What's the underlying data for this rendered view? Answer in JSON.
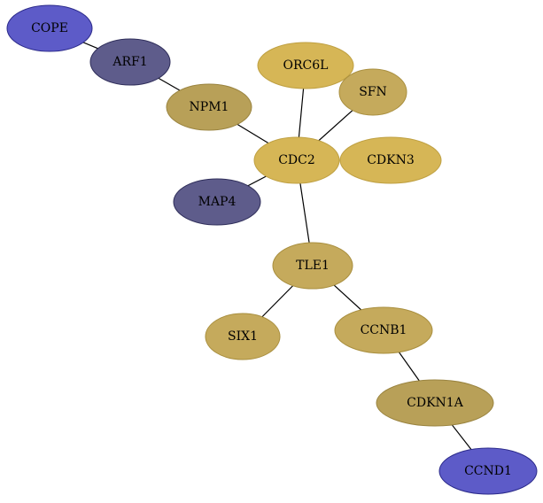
{
  "colors": {
    "blue": "#5d5bc8",
    "blue_stroke": "#2b2a8a",
    "slate": "#5e5c8b",
    "slate_stroke": "#2f2e5a",
    "gold": "#d6b656",
    "gold_stroke": "#bfa042",
    "tan": "#c5aa5c",
    "tan_stroke": "#a98f3f",
    "olive": "#b8a058",
    "olive_stroke": "#9a8440"
  },
  "nodes": [
    {
      "id": "COPE",
      "label": "COPE",
      "color": "blue"
    },
    {
      "id": "ARF1",
      "label": "ARF1",
      "color": "slate"
    },
    {
      "id": "NPM1",
      "label": "NPM1",
      "color": "olive"
    },
    {
      "id": "ORC6L",
      "label": "ORC6L",
      "color": "gold"
    },
    {
      "id": "SFN",
      "label": "SFN",
      "color": "tan"
    },
    {
      "id": "CDC2",
      "label": "CDC2",
      "color": "gold"
    },
    {
      "id": "CDKN3",
      "label": "CDKN3",
      "color": "gold"
    },
    {
      "id": "MAP4",
      "label": "MAP4",
      "color": "slate"
    },
    {
      "id": "TLE1",
      "label": "TLE1",
      "color": "tan"
    },
    {
      "id": "SIX1",
      "label": "SIX1",
      "color": "tan"
    },
    {
      "id": "CCNB1",
      "label": "CCNB1",
      "color": "tan"
    },
    {
      "id": "CDKN1A",
      "label": "CDKN1A",
      "color": "olive"
    },
    {
      "id": "CCND1",
      "label": "CCND1",
      "color": "blue"
    }
  ],
  "edges": [
    [
      "COPE",
      "ARF1"
    ],
    [
      "ARF1",
      "NPM1"
    ],
    [
      "NPM1",
      "CDC2"
    ],
    [
      "ORC6L",
      "CDC2"
    ],
    [
      "SFN",
      "CDC2"
    ],
    [
      "MAP4",
      "CDC2"
    ],
    [
      "CDC2",
      "TLE1"
    ],
    [
      "TLE1",
      "SIX1"
    ],
    [
      "TLE1",
      "CCNB1"
    ],
    [
      "CCNB1",
      "CDKN1A"
    ],
    [
      "CDKN1A",
      "CCND1"
    ]
  ]
}
